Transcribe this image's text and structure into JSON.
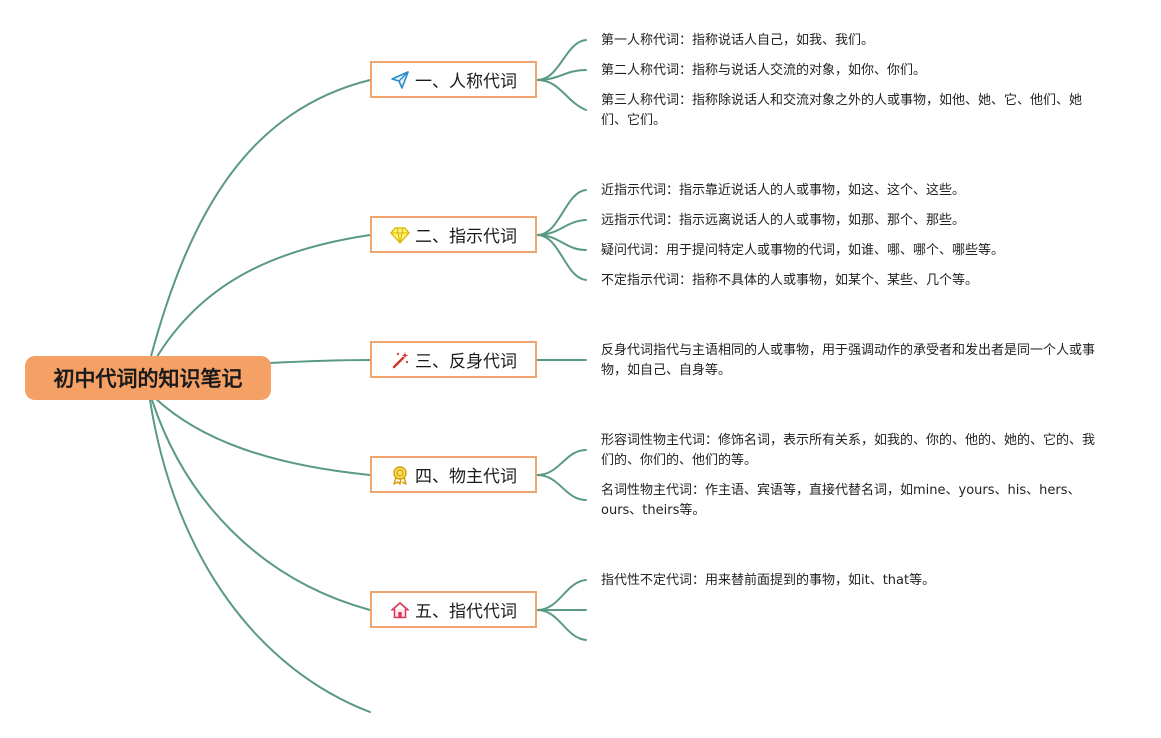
{
  "colors": {
    "root_fill": "#f5a166",
    "branch_border": "#f0a56e",
    "link": "#5a9a82"
  },
  "root": {
    "label": "初中代词的知识笔记"
  },
  "branches": [
    {
      "label": "一、人称代词",
      "icon": "paper-plane-icon",
      "leaves": [
        "第一人称代词：指称说话人自己，如我、我们。",
        "第二人称代词：指称与说话人交流的对象，如你、你们。",
        "第三人称代词：指称除说话人和交流对象之外的人或事物，如他、她、它、他们、她们、它们。"
      ]
    },
    {
      "label": "二、指示代词",
      "icon": "diamond-icon",
      "leaves": [
        "近指示代词：指示靠近说话人的人或事物，如这、这个、这些。",
        "远指示代词：指示远离说话人的人或事物，如那、那个、那些。",
        "疑问代词：用于提问特定人或事物的代词，如谁、哪、哪个、哪些等。",
        "不定指示代词：指称不具体的人或事物，如某个、某些、几个等。"
      ]
    },
    {
      "label": "三、反身代词",
      "icon": "magic-wand-icon",
      "leaves": [
        "反身代词指代与主语相同的人或事物，用于强调动作的承受者和发出者是同一个人或事物，如自己、自身等。"
      ]
    },
    {
      "label": "四、物主代词",
      "icon": "award-ribbon-icon",
      "leaves": [
        "形容词性物主代词：修饰名词，表示所有关系，如我的、你的、他的、她的、它的、我们的、你们的、他们的等。",
        "名词性物主代词：作主语、宾语等，直接代替名词，如mine、yours、his、hers、ours、theirs等。"
      ]
    },
    {
      "label": "五、指代代词",
      "icon": "house-icon",
      "leaves": [
        "指代性不定代词：用来替前面提到的事物，如it、that等。"
      ]
    }
  ]
}
